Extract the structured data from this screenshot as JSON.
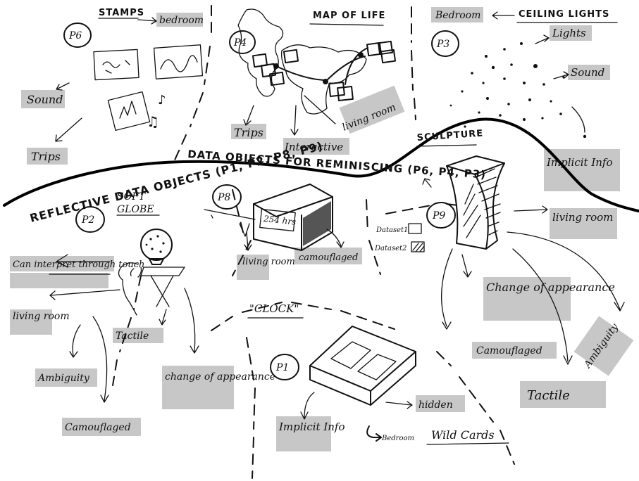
{
  "main_curve_label": "DATA OBJECTS FOR REMINISCING (P6, P4, P3)",
  "reflective_label": "REFLECTIVE DATA OBJECTS (P1, P2, P8, P9)",
  "stamps": {
    "participant": "P6",
    "title": "STAMPS",
    "arrow_label": "bedroom",
    "sound": "Sound",
    "trips": "Trips"
  },
  "map_of_life": {
    "participant": "P4",
    "title": "MAP OF LIFE",
    "trips": "Trips",
    "interactive": "Interactive",
    "living_room": "living room"
  },
  "ceiling_lights": {
    "participant": "P3",
    "title": "CEILING LIGHTS",
    "bedroom": "Bedroom",
    "lights": "Lights",
    "sound": "Sound",
    "implicit_info": "Implicit Info"
  },
  "soft_globe": {
    "participant": "P2",
    "title_line1": "SOFT",
    "title_line2": "GLOBE",
    "interpret": "Can interpret through touch",
    "living_room": "living room",
    "tactile": "Tactile",
    "ambiguity": "Ambiguity",
    "camouflaged": "Camouflaged",
    "change": "change of appearance"
  },
  "clock": {
    "participant": "P8",
    "title": "\"CLOCK\"",
    "display": "254 hrs",
    "living_room": "living room",
    "camouflaged": "camouflaged"
  },
  "sculpture": {
    "participant": "P9",
    "title": "SCULPTURE",
    "dataset1": "Dataset1",
    "dataset2": "Dataset2",
    "living_room": "living room",
    "change": "Change of appearance",
    "camouflaged": "Camouflaged",
    "ambiguity": "Ambiguity",
    "tactile": "Tactile"
  },
  "wild_cards": {
    "participant": "P1",
    "title": "Wild Cards",
    "implicit_info": "Implicit Info",
    "hidden": "hidden",
    "bedroom": "Bedroom"
  }
}
